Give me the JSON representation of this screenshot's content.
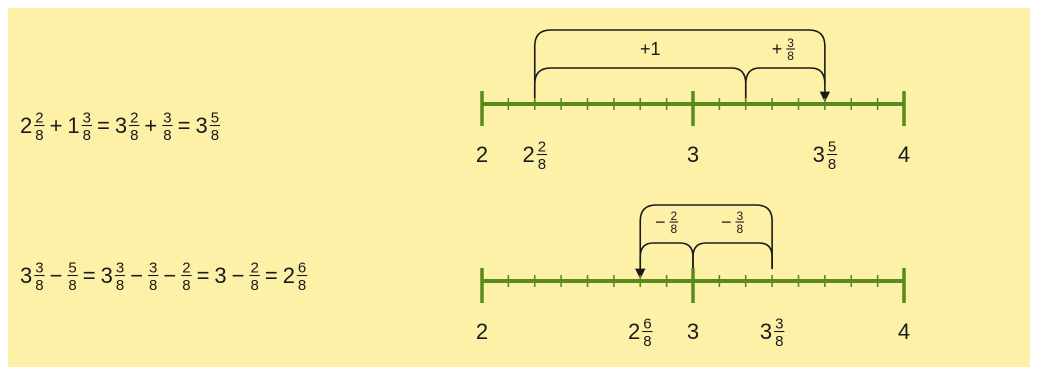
{
  "addition": {
    "equation": {
      "terms": [
        {
          "whole": "2",
          "num": "2",
          "den": "8"
        },
        {
          "op": "+"
        },
        {
          "whole": "1",
          "num": "3",
          "den": "8"
        },
        {
          "op": "="
        },
        {
          "whole": "3",
          "num": "2",
          "den": "8"
        },
        {
          "op": "+"
        },
        {
          "num": "3",
          "den": "8"
        },
        {
          "op": "="
        },
        {
          "whole": "3",
          "num": "5",
          "den": "8"
        }
      ]
    },
    "line": {
      "labels": [
        {
          "whole": "2"
        },
        {
          "whole": "2",
          "num": "2",
          "den": "8"
        },
        {
          "whole": "3"
        },
        {
          "whole": "3",
          "num": "5",
          "den": "8"
        },
        {
          "whole": "4"
        }
      ],
      "jump_whole": "+1",
      "jump_fraction": {
        "sign": "+",
        "num": "3",
        "den": "8"
      }
    }
  },
  "subtraction": {
    "equation": {
      "terms": [
        {
          "whole": "3",
          "num": "3",
          "den": "8"
        },
        {
          "op": "−"
        },
        {
          "num": "5",
          "den": "8"
        },
        {
          "op": "="
        },
        {
          "whole": "3",
          "num": "3",
          "den": "8"
        },
        {
          "op": "−"
        },
        {
          "num": "3",
          "den": "8"
        },
        {
          "op": "−"
        },
        {
          "num": "2",
          "den": "8"
        },
        {
          "op": "="
        },
        {
          "whole": "3"
        },
        {
          "op": "−"
        },
        {
          "num": "2",
          "den": "8"
        },
        {
          "op": "="
        },
        {
          "whole": "2",
          "num": "6",
          "den": "8"
        }
      ]
    },
    "line": {
      "labels": [
        {
          "whole": "2"
        },
        {
          "whole": "2",
          "num": "6",
          "den": "8"
        },
        {
          "whole": "3"
        },
        {
          "whole": "3",
          "num": "3",
          "den": "8"
        },
        {
          "whole": "4"
        }
      ],
      "jump_a": {
        "sign": "−",
        "num": "2",
        "den": "8"
      },
      "jump_b": {
        "sign": "−",
        "num": "3",
        "den": "8"
      }
    }
  },
  "colors": {
    "background": "#fdf1a8",
    "number_line": "#5a8a1e",
    "text": "#1a1a1a"
  }
}
